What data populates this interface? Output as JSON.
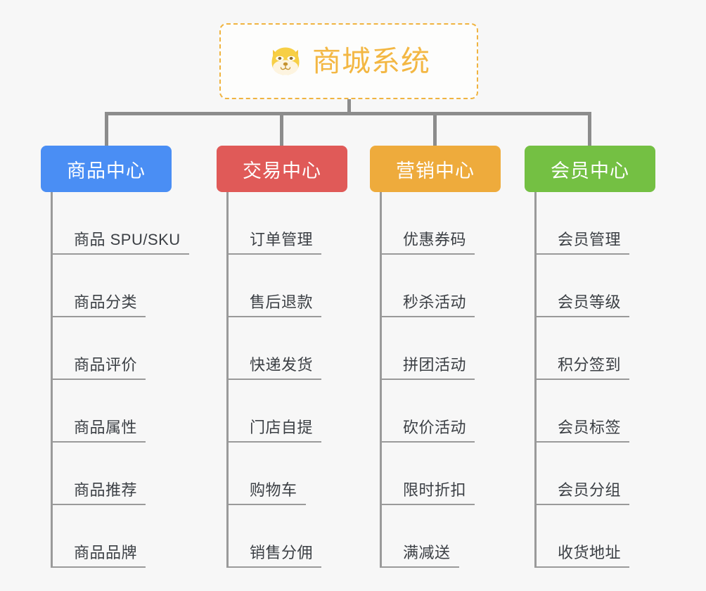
{
  "diagram": {
    "type": "org-tree",
    "background_color": "#f7f7f7",
    "root": {
      "icon": "dog-face-icon",
      "icon_glyph": "🐶",
      "title": "商城系统",
      "text_color": "#f3b743",
      "border_color": "#f0b441",
      "border_style": "dashed"
    },
    "connector_color": "#8c8c8c",
    "categories": [
      {
        "label": "商品中心",
        "color": "#4a8ef4",
        "items": [
          "商品 SPU/SKU",
          "商品分类",
          "商品评价",
          "商品属性",
          "商品推荐",
          "商品品牌"
        ]
      },
      {
        "label": "交易中心",
        "color": "#e05a58",
        "items": [
          "订单管理",
          "售后退款",
          "快递发货",
          "门店自提",
          "购物车",
          "销售分佣"
        ]
      },
      {
        "label": "营销中心",
        "color": "#eeab3c",
        "items": [
          "优惠券码",
          "秒杀活动",
          "拼团活动",
          "砍价活动",
          "限时折扣",
          "满减送"
        ]
      },
      {
        "label": "会员中心",
        "color": "#74c043",
        "items": [
          "会员管理",
          "会员等级",
          "积分签到",
          "会员标签",
          "会员分组",
          "收货地址"
        ]
      }
    ]
  }
}
